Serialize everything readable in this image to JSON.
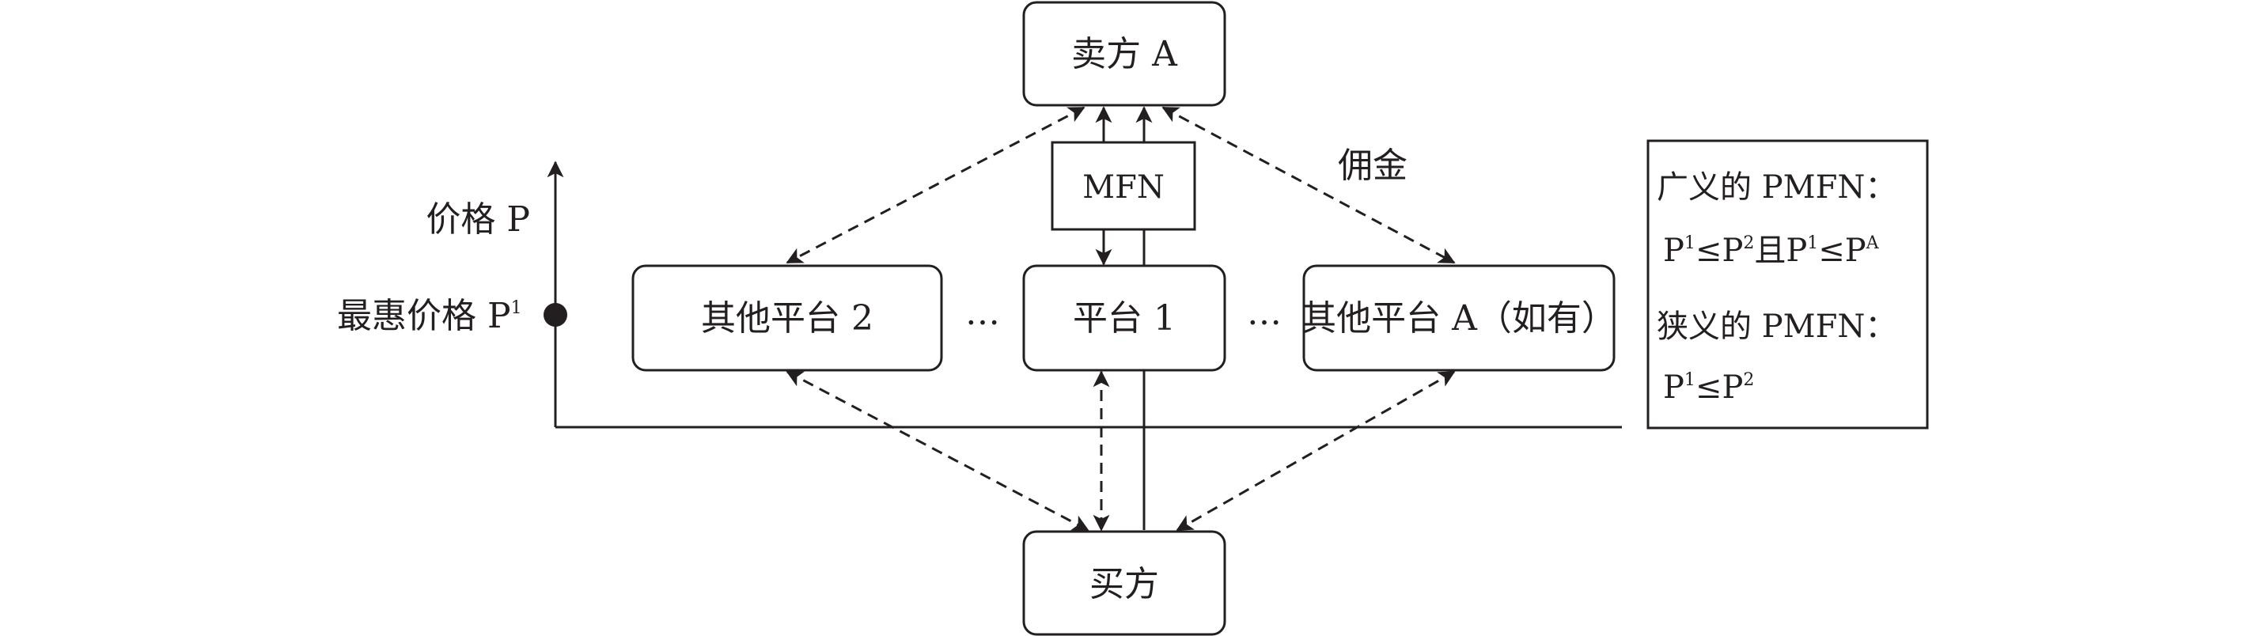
{
  "nodes": {
    "seller": "卖方 A",
    "other_platform_2": "其他平台 2",
    "platform_1": "平台 1",
    "other_platform_a": "其他平台 A（如有）",
    "buyer": "买方",
    "mfn": "MFN"
  },
  "labels": {
    "ellipsis": "…",
    "commission": "佣金",
    "price_axis": "价格 P",
    "mfn_price": "最惠价格 P",
    "mfn_price_sup": "1"
  },
  "legend": {
    "broad_title": "广义的 PMFN：",
    "narrow_title": "狭义的 PMFN：",
    "P": "P",
    "le": "≤",
    "and": "且",
    "s1": "1",
    "s2": "2",
    "sA": "A"
  }
}
